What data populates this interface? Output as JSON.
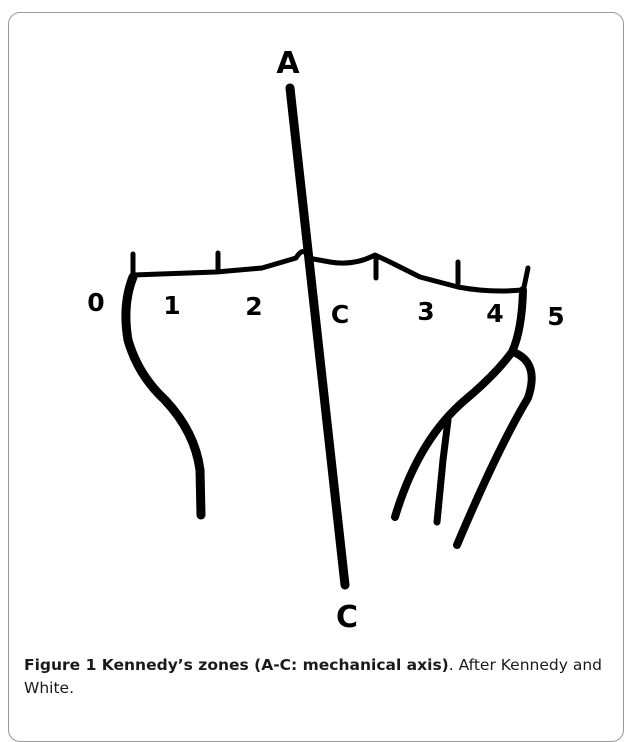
{
  "figure": {
    "labels": {
      "axis_top": "A",
      "axis_bottom": "C",
      "center": "C",
      "zone_0": "0",
      "zone_1": "1",
      "zone_2": "2",
      "zone_3": "3",
      "zone_4": "4",
      "zone_5": "5"
    }
  },
  "caption": {
    "bold": "Figure 1 Kennedy’s zones (A-C: mechanical axis)",
    "rest": ". After Kennedy and White."
  }
}
